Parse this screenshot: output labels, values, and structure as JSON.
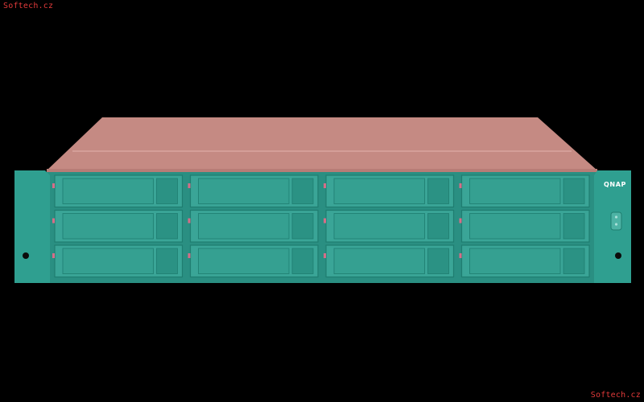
{
  "watermark": {
    "top_left": "Softech.cz",
    "bottom_right": "Softech.cz"
  },
  "device": {
    "brand": "QNAP",
    "colors": {
      "top_lid": "#c58a83",
      "front": "#2c9a8c",
      "tray": "#3aa597",
      "tray_dark": "#1f7d70",
      "latch": "#d76d88",
      "ear": "#2f9f90"
    },
    "bay_columns": 4,
    "bay_rows": 3
  }
}
